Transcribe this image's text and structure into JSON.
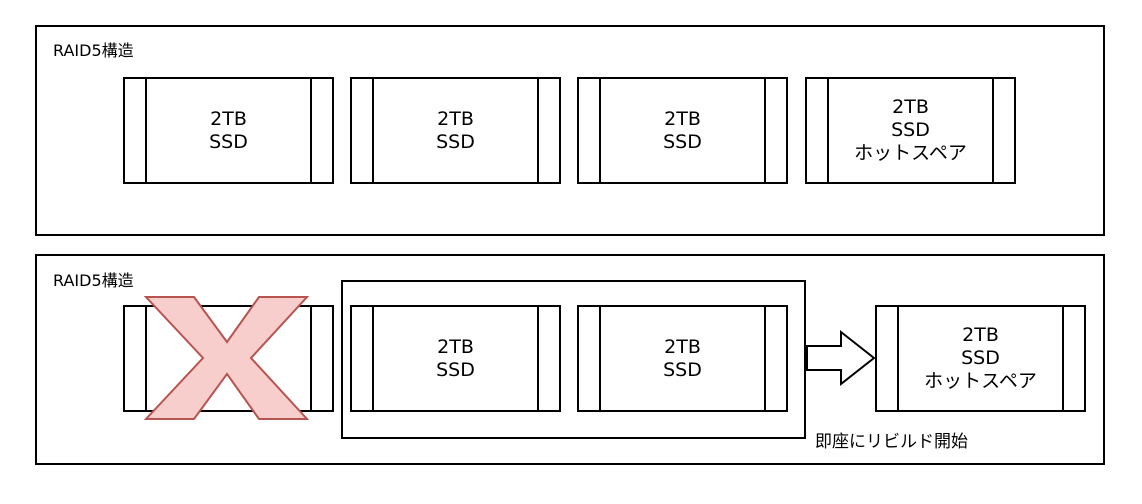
{
  "top_panel": {
    "title": "RAID5構造",
    "drives": [
      {
        "capacity": "2TB",
        "type": "SSD",
        "role": ""
      },
      {
        "capacity": "2TB",
        "type": "SSD",
        "role": ""
      },
      {
        "capacity": "2TB",
        "type": "SSD",
        "role": ""
      },
      {
        "capacity": "2TB",
        "type": "SSD",
        "role": "ホットスペア"
      }
    ]
  },
  "bottom_panel": {
    "title": "RAID5構造",
    "failed_drive": {
      "status_mark": "x-mark",
      "mark_color": "#f8cecc",
      "mark_border_color": "#b85450"
    },
    "drives": [
      {
        "capacity": "2TB",
        "type": "SSD",
        "role": ""
      },
      {
        "capacity": "2TB",
        "type": "SSD",
        "role": ""
      }
    ],
    "spare_drive": {
      "capacity": "2TB",
      "type": "SSD",
      "role": "ホットスペア"
    },
    "rebuild_caption": "即座にリビルド開始",
    "arrow_icon": "right-arrow-icon"
  }
}
